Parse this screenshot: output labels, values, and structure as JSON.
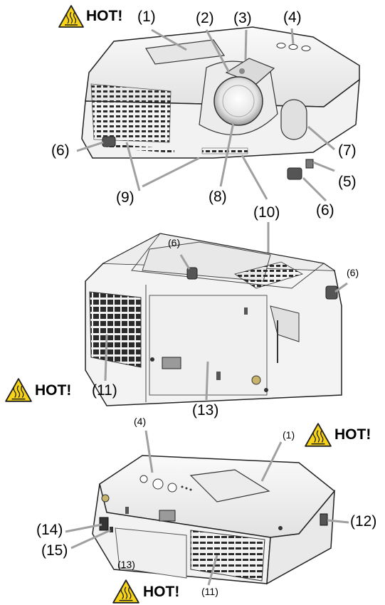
{
  "hot_label": "HOT!",
  "colors": {
    "warning_yellow": "#f7d417",
    "leader_gray": "#a0a0a0",
    "body_fill": "#f4f4f4",
    "outline": "#222222"
  },
  "icons": [
    "hot-surface-warning-icon"
  ],
  "top_view": {
    "callouts": {
      "c1": "(1)",
      "c2": "(2)",
      "c3": "(3)",
      "c4": "(4)",
      "c5": "(5)",
      "c6a": "(6)",
      "c6b": "(6)",
      "c7": "(7)",
      "c8": "(8)",
      "c9": "(9)",
      "c10": "(10)"
    }
  },
  "bottom_view": {
    "callouts": {
      "c6a": "(6)",
      "c6b": "(6)",
      "c11": "(11)",
      "c13": "(13)"
    }
  },
  "rear_view": {
    "callouts": {
      "c1": "(1)",
      "c4": "(4)",
      "c11": "(11)",
      "c12": "(12)",
      "c13": "(13)",
      "c14": "(14)",
      "c15": "(15)"
    }
  }
}
